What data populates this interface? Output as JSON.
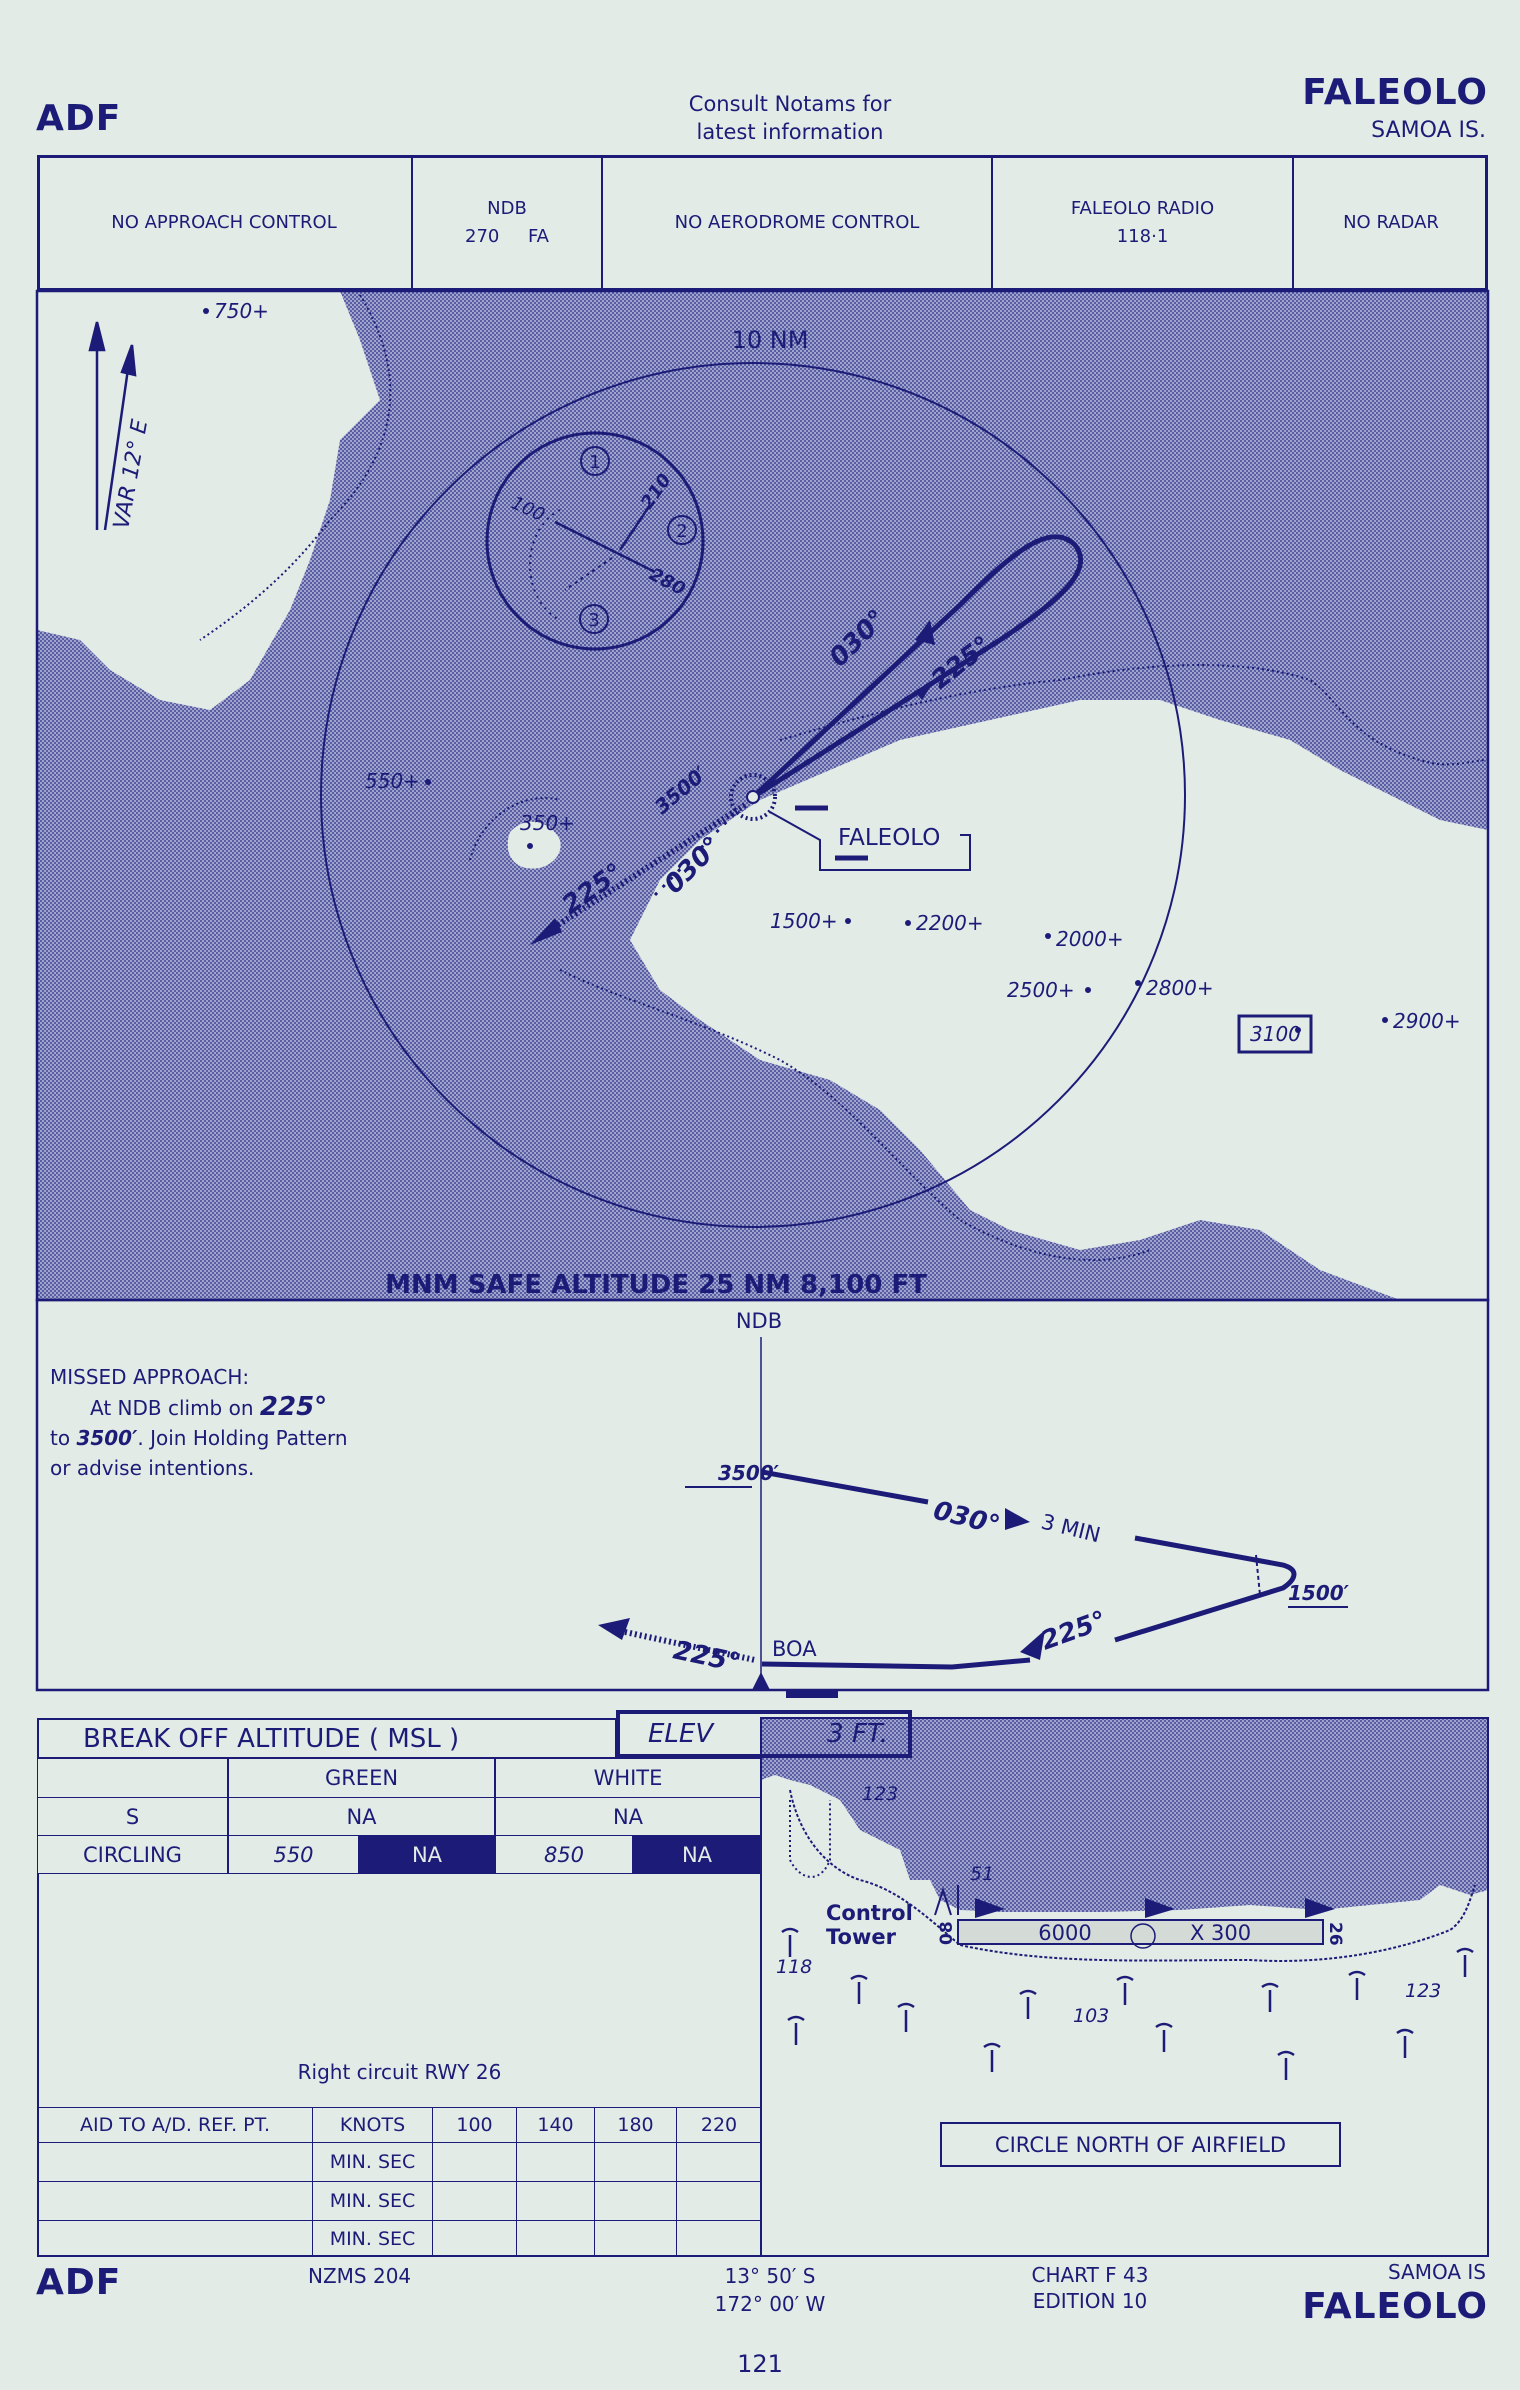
{
  "header": {
    "procedure": "ADF",
    "airport": "FALEOLO",
    "region": "SAMOA IS.",
    "notice_line1": "Consult Notams for",
    "notice_line2": "latest information"
  },
  "info_bar": {
    "approach": "NO APPROACH CONTROL",
    "ndb_title": "NDB",
    "ndb_freq": "270",
    "ndb_ident": "FA",
    "aerodrome": "NO AERODROME  CONTROL",
    "radio_name": "FALEOLO   RADIO",
    "radio_freq": "118·1",
    "radar": "NO RADAR"
  },
  "plan_view": {
    "variation": "VAR 12° E",
    "range_ring": "10 NM",
    "airport_label": "FALEOLO",
    "inbound_course": "030°",
    "outbound_course": "225°",
    "missed_course": "225°",
    "approach_course": "030°",
    "altitude": "3500′",
    "msa": "MNM SAFE ALTITUDE 25 NM 8,100 FT",
    "holding_entry": {
      "sector1": "1",
      "sector2": "2",
      "sector3": "3",
      "b1": "100",
      "b2": "210",
      "b3": "280"
    },
    "spot_heights": [
      "750+",
      "550+",
      "350+",
      "1500+",
      "2200+",
      "2000+",
      "2500+",
      "2800+",
      "3100",
      "2900+"
    ]
  },
  "profile": {
    "ndb_label": "NDB",
    "missed_title": "MISSED APPROACH:",
    "missed_l1": "At NDB climb on ",
    "missed_l1_course": "225°",
    "missed_l2_a": "to ",
    "missed_l2_alt": "3500′",
    "missed_l2_b": ". Join Holding Pattern",
    "missed_l3": "or advise intentions.",
    "alt_high": "3500′",
    "outbound": "030°",
    "time": "3 MIN",
    "alt_low": "1500′",
    "inbound": "225°",
    "missed": "225°",
    "boa": "BOA"
  },
  "minima": {
    "title": "BREAK OFF ALTITUDE ( MSL )",
    "elev_label": "ELEV",
    "elev_value": "3 FT.",
    "col_green": "GREEN",
    "col_white": "WHITE",
    "rows": [
      {
        "label": "S",
        "green": "NA",
        "white": "NA"
      },
      {
        "label": "CIRCLING",
        "green_alt": "550",
        "green": "NA",
        "white_alt": "850",
        "white": "NA"
      }
    ],
    "note": "Right circuit RWY 26"
  },
  "timing": {
    "header": "AID TO A/D. REF. PT.",
    "knots": "KNOTS",
    "speeds": [
      "100",
      "140",
      "180",
      "220"
    ],
    "rows": [
      "MIN. SEC",
      "MIN. SEC",
      "MIN. SEC"
    ]
  },
  "aerodrome": {
    "tower": "Control",
    "tower2": "Tower",
    "rwy_length": "6000",
    "rwy_width": "X 300",
    "rwy_west": "08",
    "rwy_east": "26",
    "elev_a": "123",
    "elev_b": "51",
    "elev_c": "118",
    "elev_d": "103",
    "elev_e": "123",
    "circle_note": "CIRCLE NORTH OF AIRFIELD"
  },
  "footer": {
    "procedure": "ADF",
    "map_ref": "NZMS  204",
    "lat": "13° 50′ S",
    "lon": "172° 00′ W",
    "chart": "CHART F 43",
    "edition": "EDITION 10",
    "region": "SAMOA IS",
    "airport": "FALEOLO",
    "page": "121"
  },
  "colors": {
    "ink": "#1c1c78",
    "paper": "#e3ebe6"
  }
}
